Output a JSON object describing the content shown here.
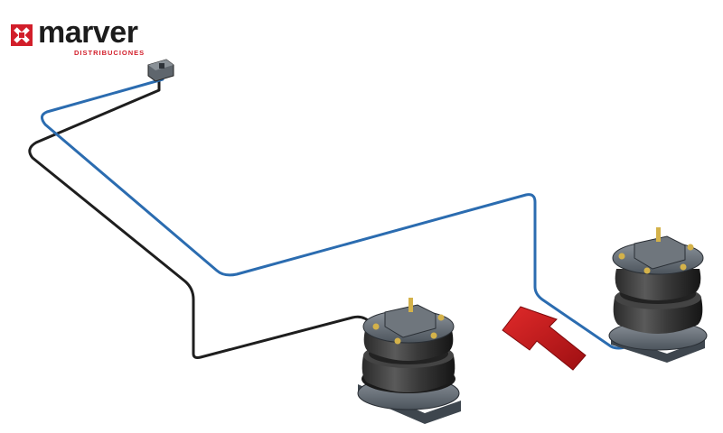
{
  "brand": {
    "name": "marver",
    "tagline": "DISTRIBUCIONES",
    "accent_color": "#d21e2a",
    "text_color": "#1c1c1c"
  },
  "diagram": {
    "line_colors": {
      "left_line": "#1e1e1e",
      "right_line": "#2b6cb0"
    },
    "arrow_color": "#c8141e",
    "components": [
      "inflation-valve",
      "left-air-spring",
      "right-air-spring",
      "direction-arrow"
    ]
  }
}
